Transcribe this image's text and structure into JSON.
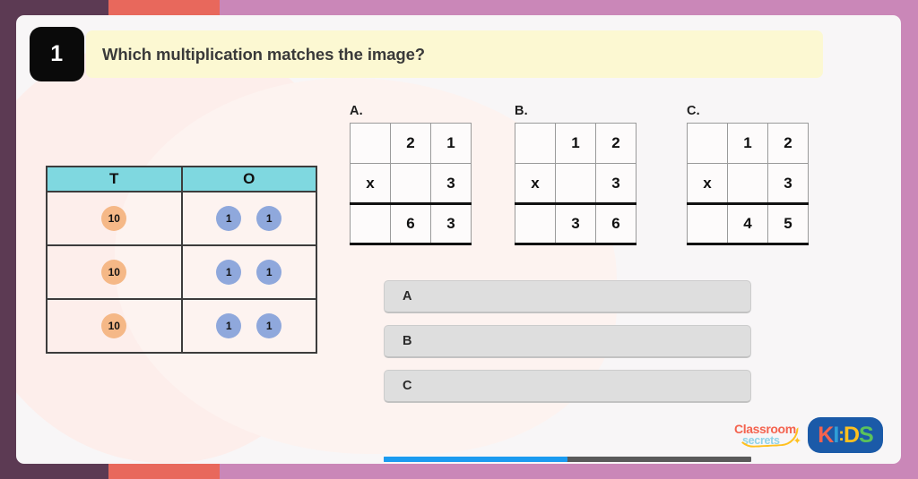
{
  "theme": {
    "band_plum": "#5c3a53",
    "band_coral": "#e8685c",
    "band_pink": "#ca87b8",
    "card_bg": "#f8f6f7",
    "banner_bg": "#fcf8d2",
    "table_header_bg": "#7fd8e0",
    "counter_ten_color": "#f5b887",
    "counter_one_color": "#8fa8dc",
    "answer_button_bg": "#dedede",
    "progress_fill_color": "#1a9bf0",
    "progress_track_color": "#5a5a5a"
  },
  "question": {
    "number": "1",
    "text": "Which multiplication matches the image?"
  },
  "place_value_table": {
    "headers": [
      "T",
      "O"
    ],
    "rows": [
      {
        "tens": [
          {
            "label": "10"
          }
        ],
        "ones": [
          {
            "label": "1"
          },
          {
            "label": "1"
          }
        ]
      },
      {
        "tens": [
          {
            "label": "10"
          }
        ],
        "ones": [
          {
            "label": "1"
          },
          {
            "label": "1"
          }
        ]
      },
      {
        "tens": [
          {
            "label": "10"
          }
        ],
        "ones": [
          {
            "label": "1"
          },
          {
            "label": "1"
          }
        ]
      }
    ]
  },
  "options": [
    {
      "label": "A.",
      "grid": [
        [
          "",
          "2",
          "1"
        ],
        [
          "x",
          "",
          "3"
        ],
        [
          "",
          "6",
          "3"
        ]
      ]
    },
    {
      "label": "B.",
      "grid": [
        [
          "",
          "1",
          "2"
        ],
        [
          "x",
          "",
          "3"
        ],
        [
          "",
          "3",
          "6"
        ]
      ]
    },
    {
      "label": "C.",
      "grid": [
        [
          "",
          "1",
          "2"
        ],
        [
          "x",
          "",
          "3"
        ],
        [
          "",
          "4",
          "5"
        ]
      ]
    }
  ],
  "answer_buttons": [
    {
      "label": "A"
    },
    {
      "label": "B"
    },
    {
      "label": "C"
    }
  ],
  "progress": {
    "percent": "50"
  },
  "branding": {
    "classroom_secrets_line1": "Classroom",
    "classroom_secrets_line2": "secrets",
    "kids_letters": [
      "K",
      "I",
      ":",
      "D",
      "S"
    ]
  }
}
